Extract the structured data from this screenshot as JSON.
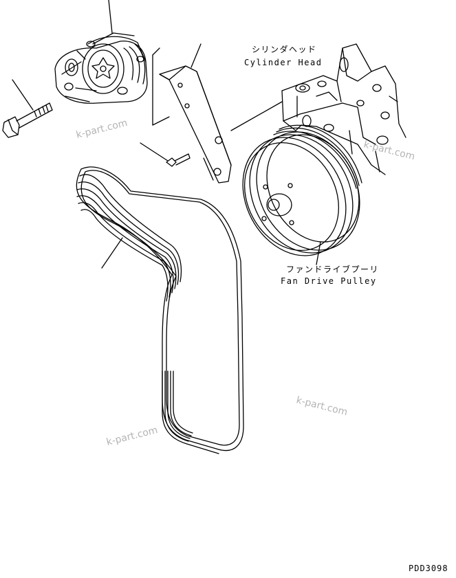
{
  "labels": {
    "cylinder_head_jp": "シリンダヘッド",
    "cylinder_head_en": "Cylinder Head",
    "fan_pulley_jp": "ファンドライブプーリ",
    "fan_pulley_en": "Fan Drive Pulley",
    "drawing_code": "PDD3098"
  },
  "watermarks": [
    "k-part.com",
    "k-part.com",
    "k-part.com",
    "k-part.com"
  ],
  "colors": {
    "line": "#000000",
    "watermark": "#b4b4b4",
    "background": "#ffffff"
  }
}
